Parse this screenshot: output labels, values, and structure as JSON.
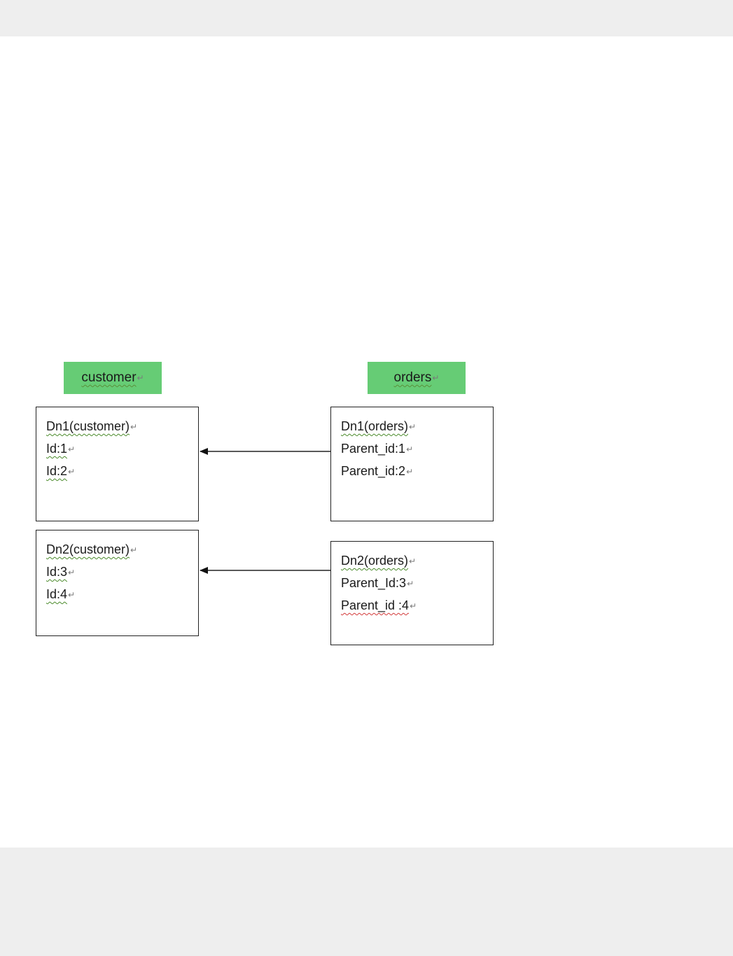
{
  "diagram": {
    "headers": {
      "customer": "customer",
      "orders": "orders"
    },
    "customer_nodes": [
      {
        "title": "Dn1(customer)",
        "lines": [
          "Id:1",
          "Id:2"
        ]
      },
      {
        "title": "Dn2(customer)",
        "lines": [
          "Id:3",
          "Id:4"
        ]
      }
    ],
    "orders_nodes": [
      {
        "title": "Dn1(orders)",
        "lines": [
          "Parent_id:1",
          "Parent_id:2"
        ]
      },
      {
        "title": "Dn2(orders)",
        "lines": [
          "Parent_Id:3",
          "Parent_id :4"
        ]
      }
    ],
    "paragraph_mark": "↵",
    "colors": {
      "header_fill": "#66cc75",
      "page_band": "#eeeeee",
      "border": "#222222"
    }
  }
}
